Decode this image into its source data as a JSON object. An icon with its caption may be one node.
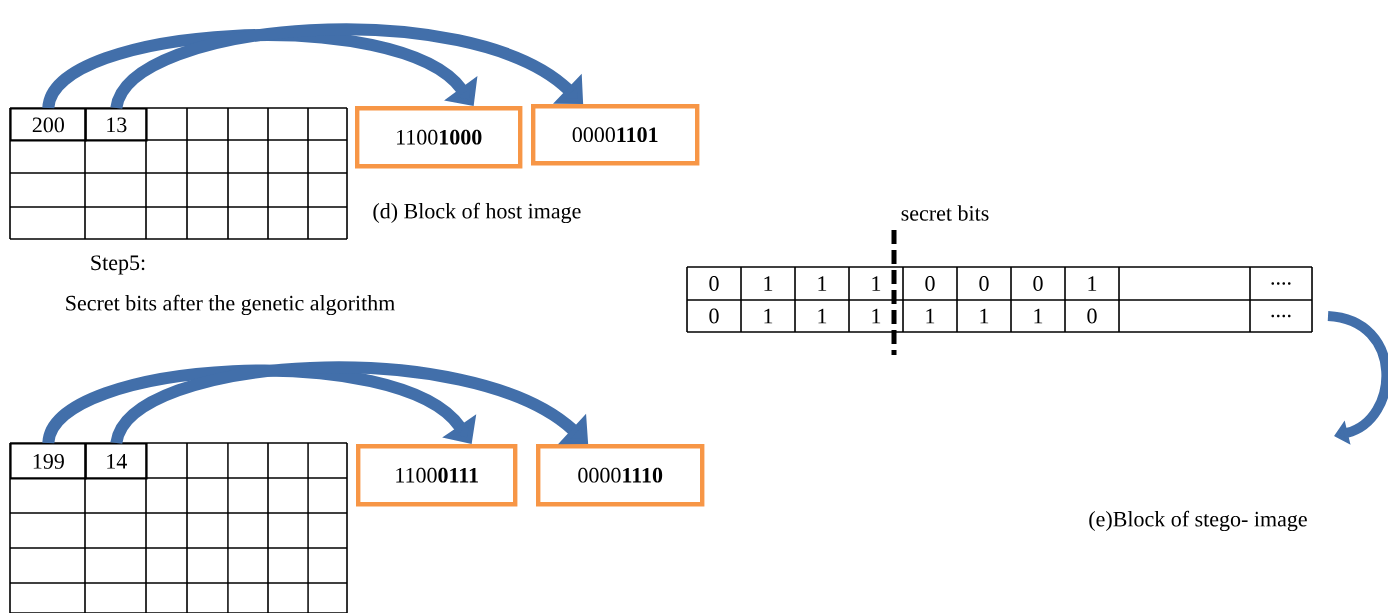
{
  "diagram": {
    "nodes": [
      {
        "text": [
          "200"
        ]
      },
      {
        "text": [
          "13"
        ]
      },
      {
        "text": [
          "1100**1000**"
        ]
      },
      {
        "text": [
          "0000**1101**"
        ]
      },
      {
        "text": [
          "199"
        ]
      },
      {
        "text": [
          "14"
        ]
      },
      {
        "text": [
          "1100**0111**"
        ]
      },
      {
        "text": [
          "0000**1110**"
        ]
      }
    ],
    "edges": [
      {
        "from": 0,
        "to": 2,
        "arrow": "to"
      },
      {
        "from": 1,
        "to": 3,
        "arrow": "to"
      },
      {
        "from": 4,
        "to": 6,
        "arrow": "to"
      },
      {
        "from": 5,
        "to": 7,
        "arrow": "to"
      }
    ],
    "labels": [
      "(d) Block of host image",
      "secret bits",
      "Step5:",
      "Secret bits after the genetic algorithm",
      "0",
      "1",
      "1",
      "1",
      "0",
      "0",
      "0",
      "1",
      "....",
      "0",
      "1",
      "1",
      "1",
      "1",
      "1",
      "1",
      "0",
      "....",
      "(e)Block of stego- image"
    ]
  }
}
